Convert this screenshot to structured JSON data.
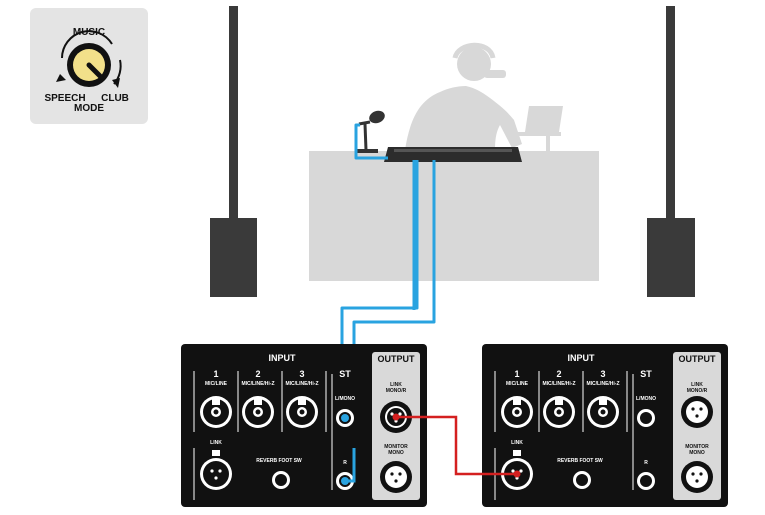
{
  "mode_knob": {
    "top_label": "MUSIC",
    "left_label": "SPEECH",
    "right_label": "CLUB",
    "bottom_label": "MODE"
  },
  "panel_left": {
    "input_header": "INPUT",
    "output_header": "OUTPUT",
    "ch1_num": "1",
    "ch1_label": "MIC/LINE",
    "ch2_num": "2",
    "ch2_label": "MIC/LINE/Hi-Z",
    "ch3_num": "3",
    "ch3_label": "MIC/LINE/Hi-Z",
    "st_label": "ST",
    "st_l_label": "L/MONO",
    "st_r_label": "R",
    "link_in_label": "LINK",
    "reverb_label": "REVERB FOOT SW",
    "link_out_label1": "LINK",
    "link_out_label2": "MONO/R",
    "monitor_label1": "MONITOR",
    "monitor_label2": "MONO"
  },
  "panel_right": {
    "input_header": "INPUT",
    "output_header": "OUTPUT",
    "ch1_num": "1",
    "ch1_label": "MIC/LINE",
    "ch2_num": "2",
    "ch2_label": "MIC/LINE/Hi-Z",
    "ch3_num": "3",
    "ch3_label": "MIC/LINE/Hi-Z",
    "st_label": "ST",
    "st_l_label": "L/MONO",
    "st_r_label": "R",
    "link_in_label": "LINK",
    "reverb_label": "REVERB FOOT SW",
    "link_out_label1": "LINK",
    "link_out_label2": "MONO/R",
    "monitor_label1": "MONITOR",
    "monitor_label2": "MONO"
  },
  "colors": {
    "cable_blue": "#29a3e0",
    "cable_red": "#d42020",
    "knob_yellow": "#f2e08a",
    "panel_black": "#111111",
    "speaker_gray": "#3a3a3a",
    "silhouette_gray": "#d8d8d8"
  }
}
